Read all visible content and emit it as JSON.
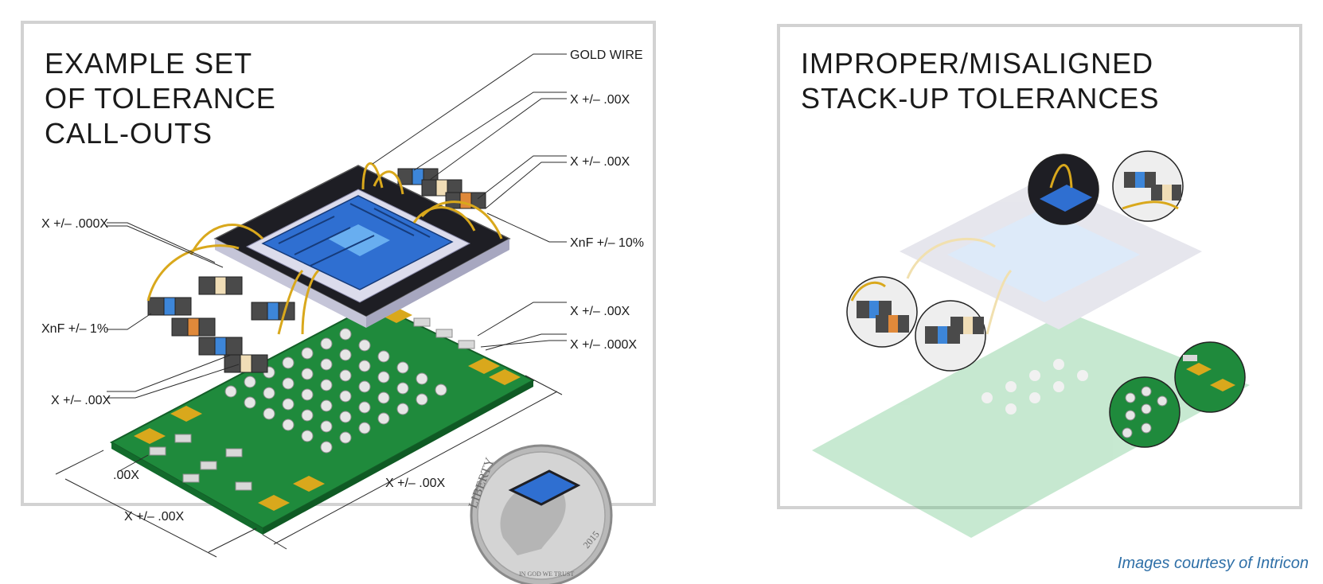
{
  "left_panel": {
    "title_lines": [
      "EXAMPLE SET",
      "OF TOLERANCE",
      "CALL-OUTS"
    ],
    "callouts": {
      "gold_wire": "GOLD WIRE",
      "top_tol_1": "X +/– .00X",
      "top_tol_2": "X +/– .00X",
      "cap_10": "XnF +/– 10%",
      "left_000x": "X +/– .000X",
      "cap_1": "XnF +/– 1%",
      "left_00x": "X +/– .00X",
      "right_00x": "X +/– .00X",
      "right_000x": "X +/– .000X",
      "dim_small": ".00X",
      "dim_width": "X +/– .00X",
      "dim_length": "X +/– .00X"
    },
    "coin": {
      "word": "LIBERTY",
      "year": "2015",
      "motto": "IN GOD WE TRUST"
    }
  },
  "right_panel": {
    "title_lines": [
      "IMPROPER/MISALIGNED",
      "STACK-UP TOLERANCES"
    ]
  },
  "credit": "Images courtesy of Intricon",
  "colors": {
    "frame": "#d2d2d2",
    "pcb_green": "#1f8a3c",
    "chip_blue": "#2f6fd1",
    "gold": "#d9a81c",
    "credit_blue": "#2e6fa7"
  }
}
